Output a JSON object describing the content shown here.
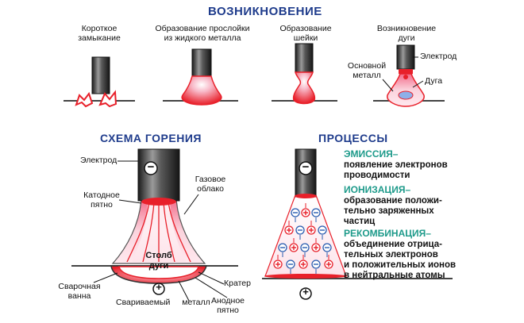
{
  "headings": {
    "top": "ВОЗНИКНОВЕНИЕ",
    "scheme": "СХЕМА ГОРЕНИЯ",
    "processes": "ПРОЦЕССЫ"
  },
  "stages": [
    {
      "line1": "Короткое",
      "line2": "замыкание"
    },
    {
      "line1": "Образование прослойки",
      "line2": "из жидкого металла"
    },
    {
      "line1": "Образование",
      "line2": "шейки"
    },
    {
      "line1": "Возникновение",
      "line2": "дуги"
    }
  ],
  "stage4_labels": {
    "electrode": "Электрод",
    "base_metal_1": "Основной",
    "base_metal_2": "металл",
    "arc": "Дуга"
  },
  "scheme_labels": {
    "electrode": "Электрод",
    "cathode_1": "Катодное",
    "cathode_2": "пятно",
    "gas_1": "Газовое",
    "gas_2": "облако",
    "column_1": "Столб",
    "column_2": "дуги",
    "pool_1": "Сварочная",
    "pool_2": "ванна",
    "crater": "Кратер",
    "workpiece": "Свариваемый",
    "metal": "металл",
    "anode_1": "Анодное",
    "anode_2": "пятно",
    "minus": "−",
    "plus": "+"
  },
  "processes": [
    {
      "term": "ЭМИССИЯ–",
      "lines": [
        "появление электронов",
        "проводимости"
      ]
    },
    {
      "term": "ИОНИЗАЦИЯ–",
      "lines": [
        "образование положи-",
        "тельно заряженных",
        "частиц"
      ]
    },
    {
      "term": "РЕКОМБИНАЦИЯ–",
      "lines": [
        "объединение отрица-",
        "тельных электронов",
        "и положительных ионов",
        "в нейтральные атомы"
      ]
    }
  ],
  "process_symbols": {
    "minus": "−",
    "plus": "+"
  },
  "colors": {
    "heading": "#1f3c8c",
    "term": "#1d9a8a",
    "arc_red": "#e8202a",
    "arc_pink": "#f6a3b6",
    "electrode_dark": "#2b2b2b",
    "ion_blue": "#2a5db0"
  }
}
